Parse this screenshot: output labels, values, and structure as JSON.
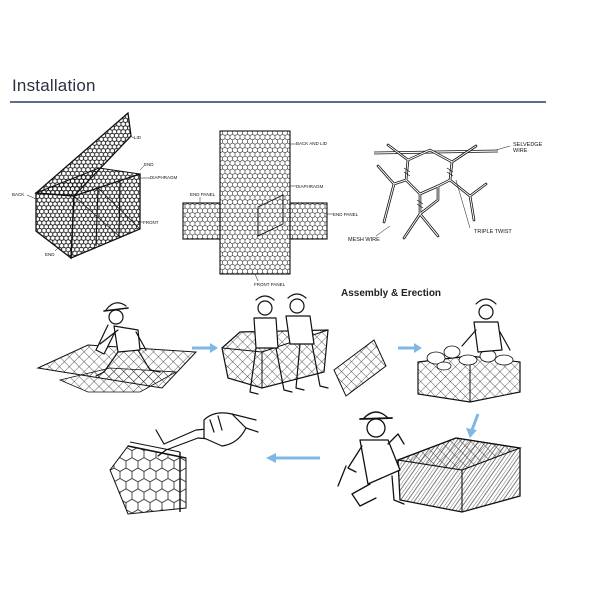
{
  "page": {
    "section_title": "Installation",
    "accent_color": "#5b6f88",
    "arrow_color": "#7fb8e6"
  },
  "box_diagram": {
    "labels": {
      "lid": "LID",
      "end_top": "END",
      "diaphragm": "DIAPHRAGM",
      "back": "BACK",
      "front": "FRONT",
      "end_bottom": "END"
    }
  },
  "flat_diagram": {
    "labels": {
      "top_right": "BACK AND LID",
      "diaphragm": "DIAPHRAGM",
      "left_end": "END PANEL",
      "right_end": "END PANEL",
      "bottom": "FRONT PANEL"
    }
  },
  "mesh_detail": {
    "labels": {
      "selvedge": "SELVEDGE",
      "selvedge_2": "WIRE",
      "mesh_wire": "MESH WIRE",
      "triple_twist": "TRIPLE TWIST"
    }
  },
  "assembly": {
    "heading": "Assembly & Erection",
    "steps": [
      "unfold-panels",
      "raise-and-join",
      "fill-with-stone",
      "close-lid",
      "secure-with-tool"
    ]
  }
}
